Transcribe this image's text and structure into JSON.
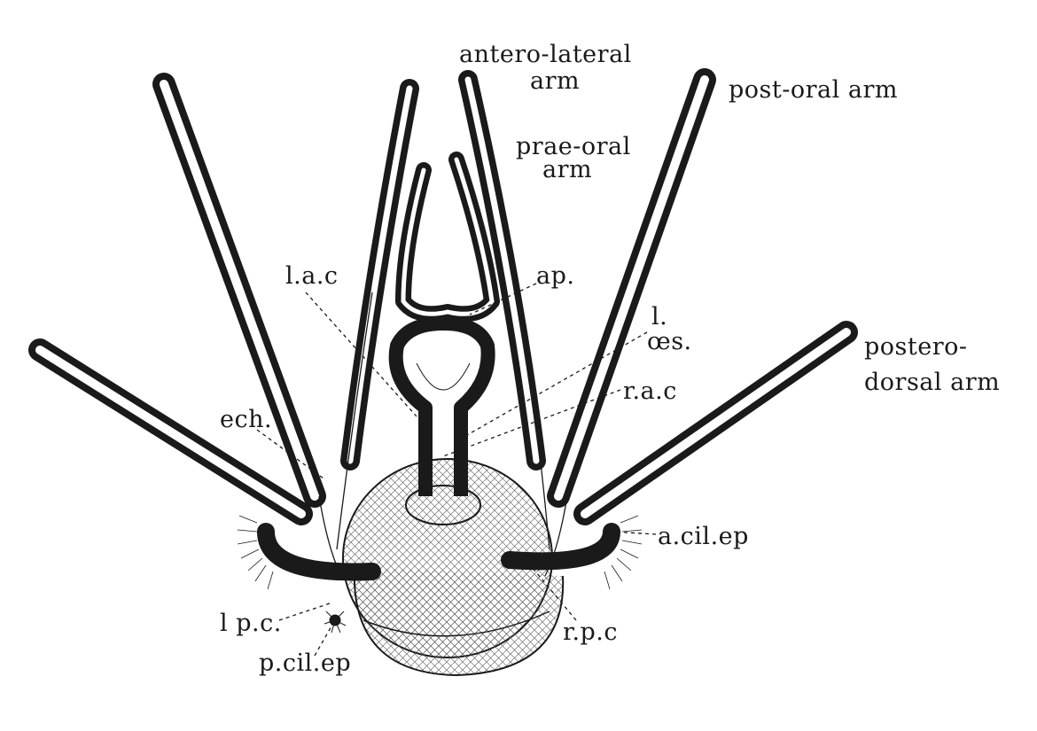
{
  "labels": {
    "antero_lateral_1": "antero-lateral",
    "antero_lateral_2": "arm",
    "post_oral": "post-oral arm",
    "prae_oral_1": "prae-oral",
    "prae_oral_2": "arm",
    "lac": "l.a.c",
    "ap": "ap.",
    "l": "l.",
    "oes": "œs.",
    "postero_dorsal_1": "postero-",
    "postero_dorsal_2": "dorsal arm",
    "rac": "r.a.c",
    "ech": "ech.",
    "acilep": "a.cil.ep",
    "lpc": "l p.c.",
    "rpc": "r.p.c",
    "pcilep": "p.cil.ep"
  },
  "colors": {
    "ink": "#1a1a1a",
    "paper": "#ffffff"
  }
}
